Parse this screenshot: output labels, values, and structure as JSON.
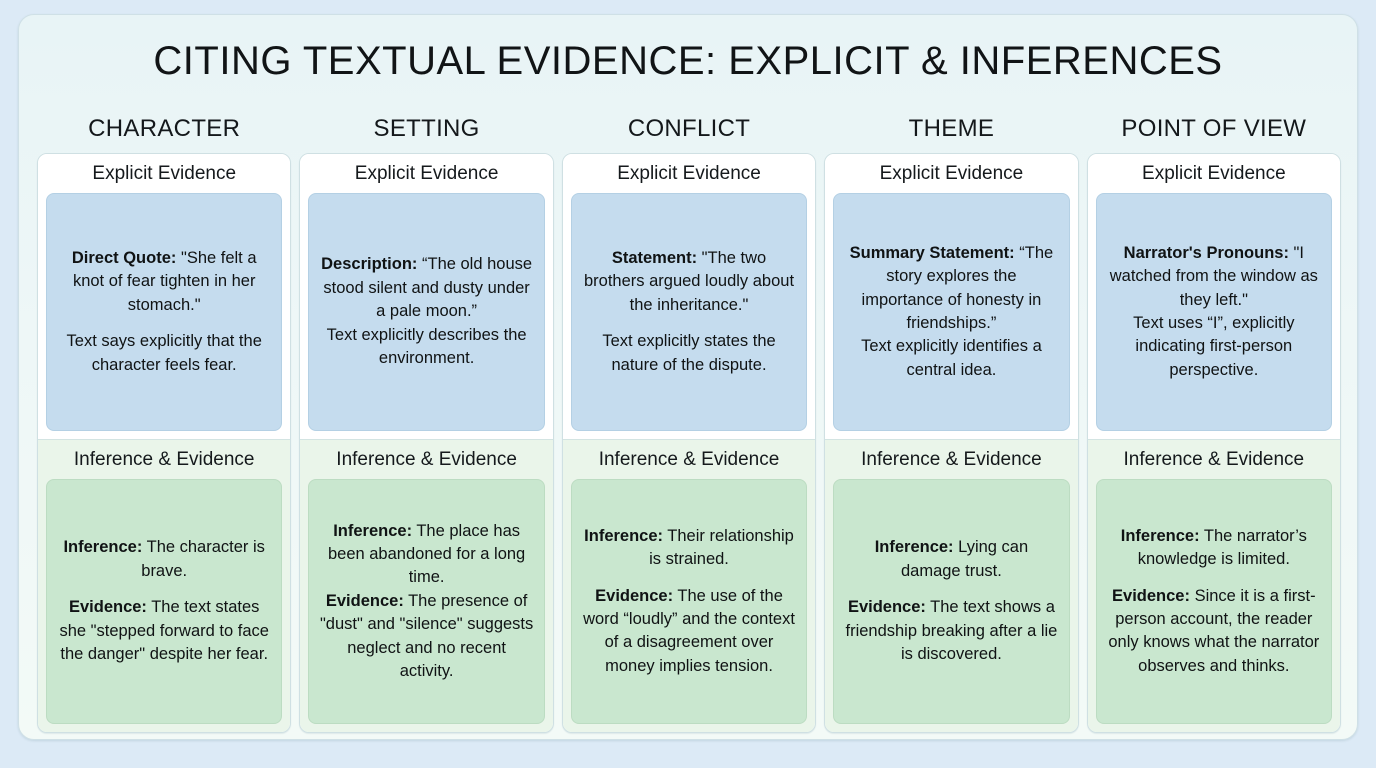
{
  "title": "CITING TEXTUAL EVIDENCE: EXPLICIT & INFERENCES",
  "section_labels": {
    "explicit": "Explicit Evidence",
    "inference": "Inference & Evidence"
  },
  "colors": {
    "page_background": "#dceaf6",
    "panel_background": "#eef7f7",
    "explicit_box": "#c5dcee",
    "inference_box": "#c9e7cf",
    "inference_section": "#eaf5ea",
    "text": "#101314"
  },
  "columns": [
    {
      "header": "CHARACTER",
      "explicit": {
        "label_1": "Direct Quote:",
        "text_1": " \"She felt a knot of fear tighten in her stomach.\"",
        "label_2": "",
        "text_2": "Text says explicitly that the character feels fear.",
        "spaced": true
      },
      "inference": {
        "label_1": "Inference:",
        "text_1": " The character is brave.",
        "label_2": "Evidence:",
        "text_2": " The text states she \"stepped forward to face the danger\" despite her fear.",
        "spaced": true
      }
    },
    {
      "header": "SETTING",
      "explicit": {
        "label_1": "Description:",
        "text_1": " “The old house stood silent and dusty under a pale moon.”",
        "label_2": "",
        "text_2": "Text explicitly describes the environment.",
        "spaced": false
      },
      "inference": {
        "label_1": "Inference:",
        "text_1": " The place has been abandoned for a long time.",
        "label_2": "Evidence:",
        "text_2": " The presence of \"dust\" and \"silence\" suggests neglect and no recent activity.",
        "spaced": false
      }
    },
    {
      "header": "CONFLICT",
      "explicit": {
        "label_1": "Statement:",
        "text_1": " \"The two brothers argued loudly about the inheritance.\"",
        "label_2": "",
        "text_2": "Text explicitly states the nature of the dispute.",
        "spaced": true
      },
      "inference": {
        "label_1": "Inference:",
        "text_1": " Their relationship is strained.",
        "label_2": "Evidence:",
        "text_2": " The use of the word “loudly” and the context of a disagreement over money implies tension.",
        "spaced": true
      }
    },
    {
      "header": "THEME",
      "explicit": {
        "label_1": "Summary Statement:",
        "text_1": " “The story explores the importance of honesty in friendships.”",
        "label_2": "",
        "text_2": "Text explicitly identifies a central idea.",
        "spaced": false
      },
      "inference": {
        "label_1": "Inference:",
        "text_1": " Lying can damage trust.",
        "label_2": "Evidence:",
        "text_2": " The text shows a friendship breaking after a lie is discovered.",
        "spaced": true
      }
    },
    {
      "header": "POINT OF VIEW",
      "explicit": {
        "label_1": "Narrator's Pronouns:",
        "text_1": " \"I watched from the window as they left.\"",
        "label_2": "",
        "text_2": "Text uses “I”, explicitly indicating first-person perspective.",
        "spaced": false
      },
      "inference": {
        "label_1": "Inference:",
        "text_1": " The narrator’s knowledge is limited.",
        "label_2": "Evidence:",
        "text_2": " Since it is a first-person account, the reader only knows what the narrator observes and thinks.",
        "spaced": true
      }
    }
  ]
}
